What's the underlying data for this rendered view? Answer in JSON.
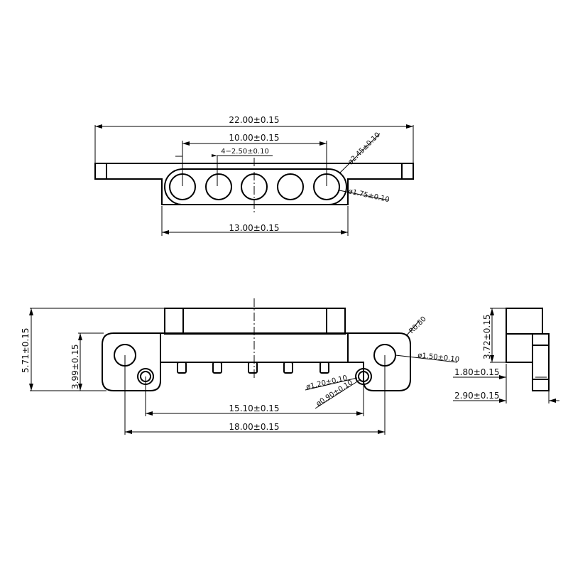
{
  "drawing": {
    "type": "connector mechanical drawing",
    "units": "mm"
  },
  "top_view": {
    "overall_width": "22.00±0.15",
    "pin_span": "10.00±0.15",
    "pin_pitch": "4−2.50±0.10",
    "outer_diameter": "ø2.45±0.10",
    "hole_diameter": "ø1.75±0.10",
    "body_width": "13.00±0.15",
    "contact_count": 5
  },
  "front_view": {
    "overall_height": "5.71±0.15",
    "flange_height": "3.99±0.15",
    "corner_radius": "R0.80",
    "mount_hole": "ø1.50±0.10",
    "post_outer": "ø1.20±0.10",
    "post_inner": "ø0.90±0.10",
    "post_spacing": "15.10±0.15",
    "mount_hole_spacing": "18.00±0.15"
  },
  "side_view": {
    "height": "3.72±0.15",
    "offset_1": "1.80±0.15",
    "offset_2": "2.90±0.15"
  }
}
